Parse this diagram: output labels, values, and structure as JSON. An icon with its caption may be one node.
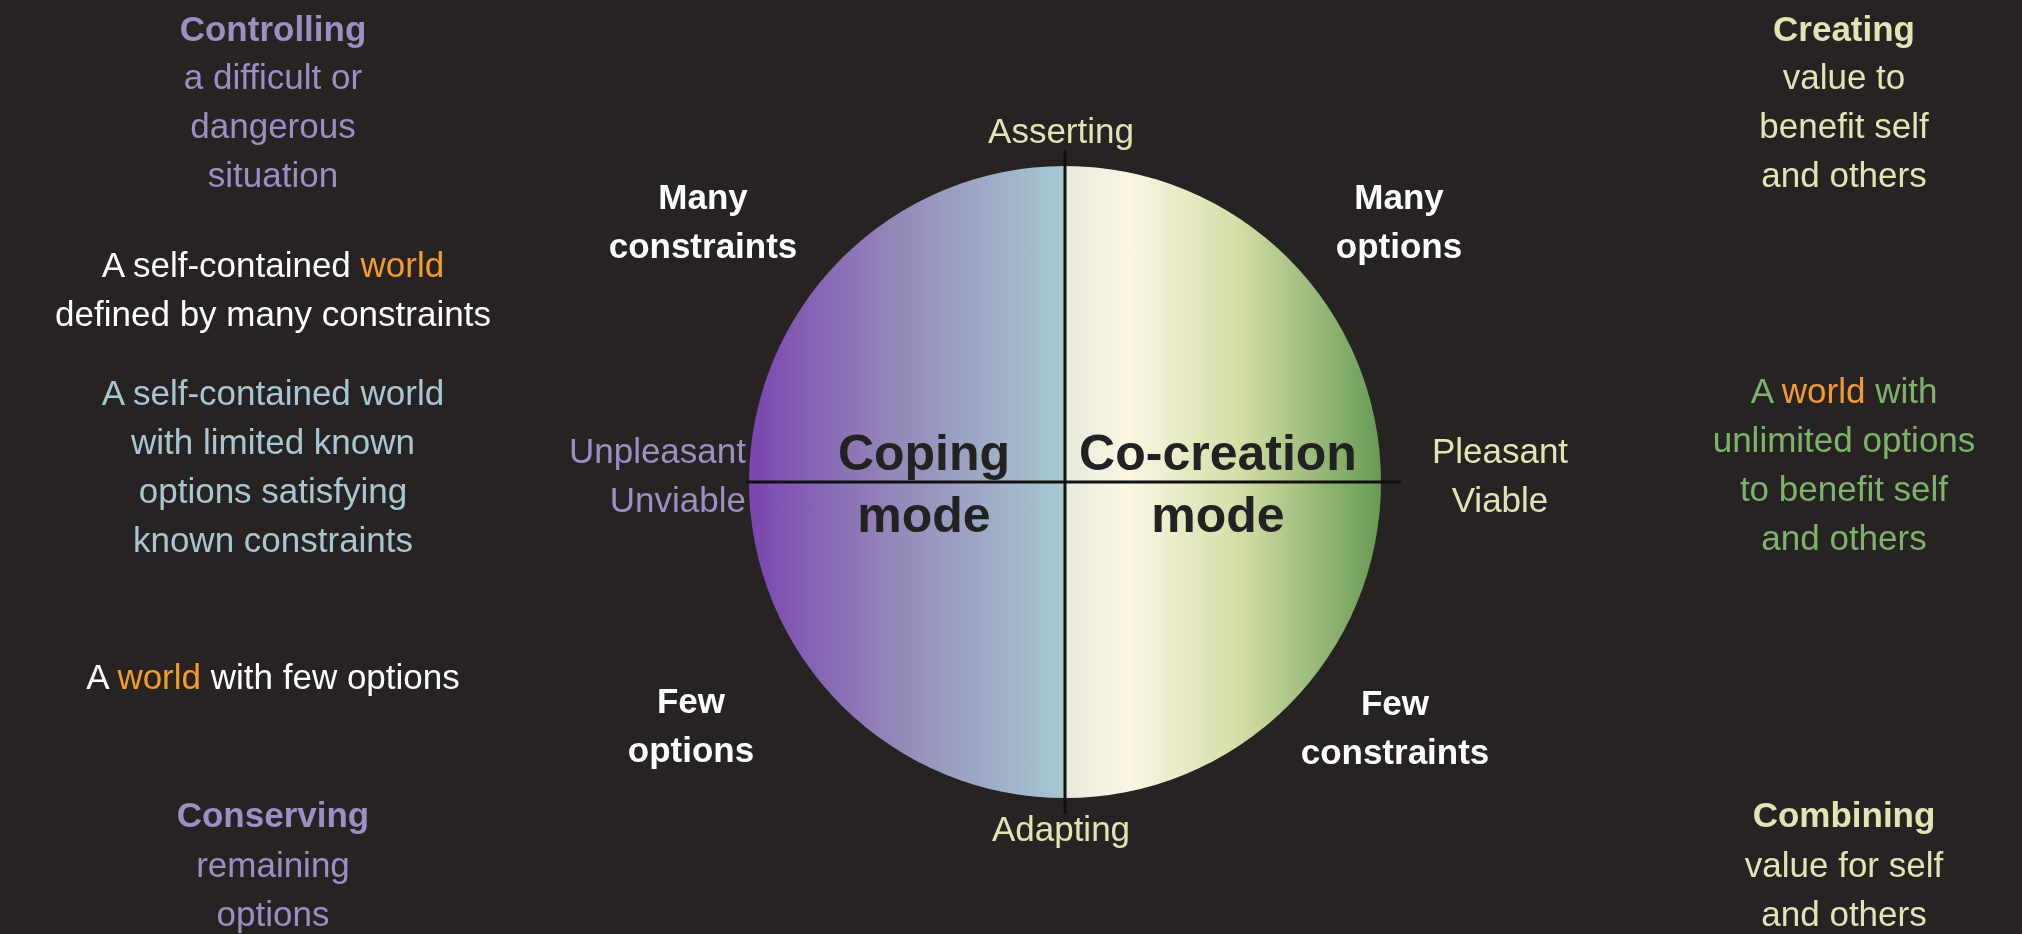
{
  "diagram": {
    "nodes": [
      {
        "text": [
          "Coping mode",
          "Co-creation mode"
        ]
      }
    ],
    "labels": [
      "Controlling",
      "a difficult or dangerous situation",
      "Creating",
      "value to benefit self and others",
      "Asserting",
      "Many constraints",
      "Many options",
      "A self-contained *world* defined by many constraints",
      "A self-contained world with limited known options satisfying known constraints",
      "Unpleasant Unviable",
      "Pleasant Viable",
      "A *world* with unlimited options to benefit self and others",
      "A *world* with few options",
      "Few options",
      "Few constraints",
      "Conserving",
      "remaining options",
      "Adapting",
      "Combining",
      "value for self and others"
    ]
  }
}
